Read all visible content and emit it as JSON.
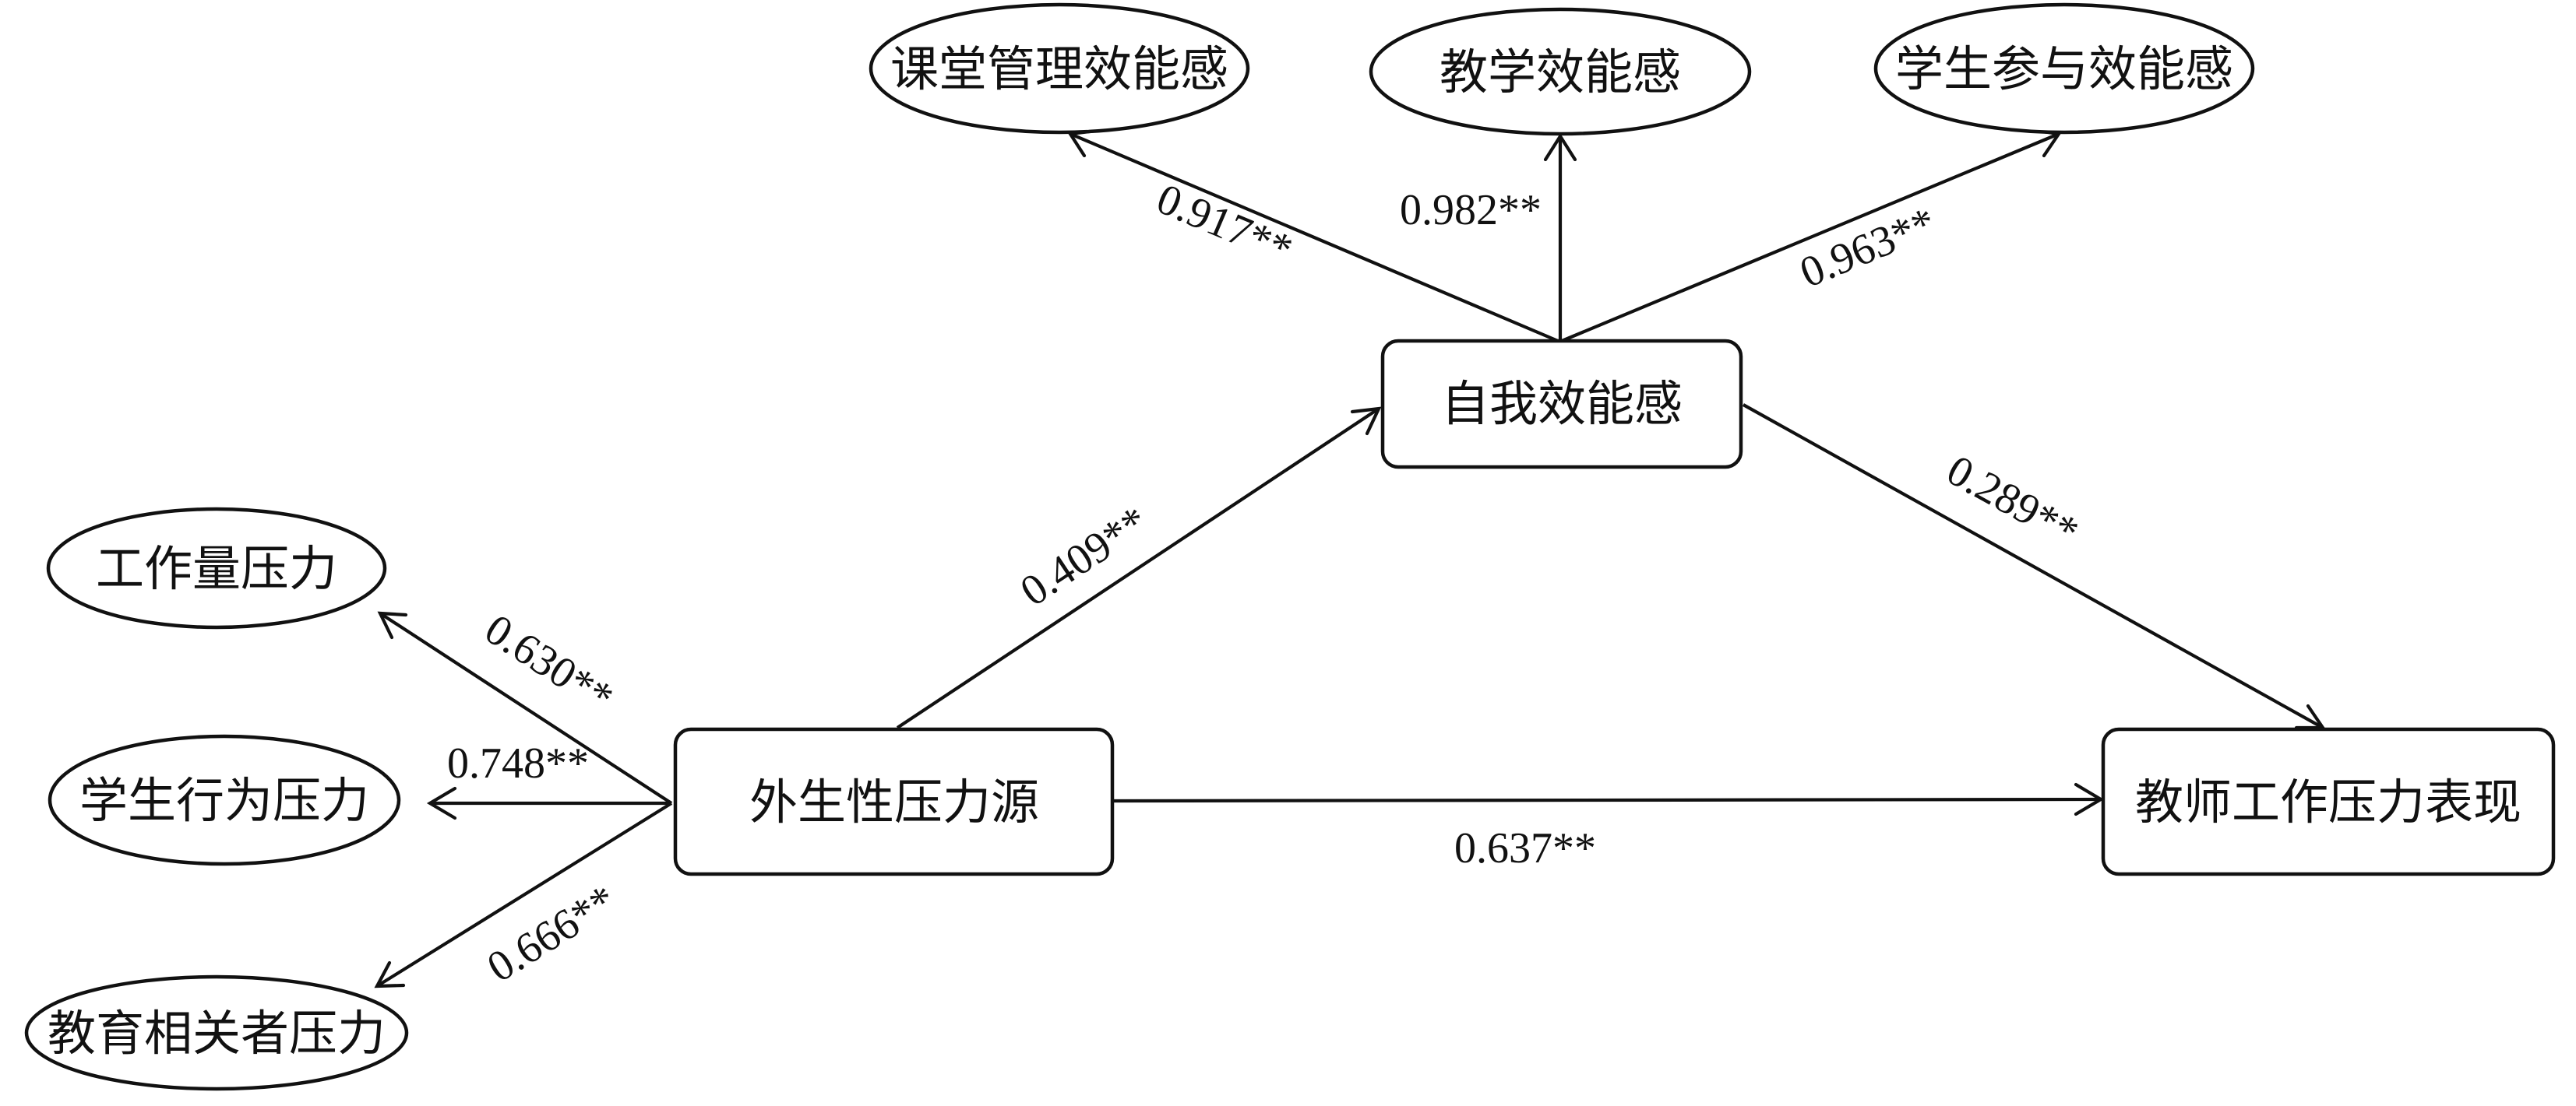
{
  "nodes": {
    "self_efficacy": "自我效能感",
    "classroom_mgmt": "课堂管理效能感",
    "teaching": "教学效能感",
    "student_engagement": "学生参与效能感",
    "exogenous_stress": "外生性压力源",
    "teacher_stress": "教师工作压力表现",
    "workload": "工作量压力",
    "student_behavior": "学生行为压力",
    "stakeholder": "教育相关者压力"
  },
  "edges": {
    "se_to_classroom": "0.917**",
    "se_to_teaching": "0.982**",
    "se_to_engagement": "0.963**",
    "se_to_teacher_stress": "0.289**",
    "exo_to_se": "0.409**",
    "exo_to_teacher_stress": "0.637**",
    "exo_to_workload": "0.630**",
    "exo_to_student_behavior": "0.748**",
    "exo_to_stakeholder": "0.666**"
  }
}
